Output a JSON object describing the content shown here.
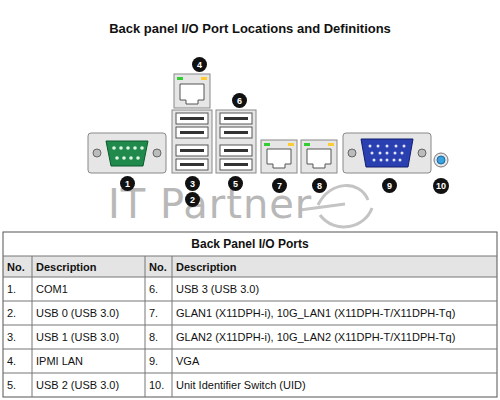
{
  "diagram": {
    "title": "Back panel I/O Port Locations and Definitions",
    "labels": [
      "4",
      "6",
      "1",
      "3",
      "2",
      "5",
      "7",
      "8",
      "9",
      "10",
      "IT Partner",
      "Back Panel I/O Ports",
      "No.",
      "Description",
      "No.",
      "Description",
      "1.",
      "COM1",
      "6.",
      "USB 3 (USB 3.0)",
      "2.",
      "USB 0 (USB 3.0)",
      "7.",
      "GLAN1 (X11DPH-i), 10G_LAN1 (X11DPH-T/X11DPH-Tq)",
      "3.",
      "USB 1 (USB 3.0)",
      "8.",
      "GLAN2 (X11DPH-i), 10G_LAN2 (X11DPH-T/X11DPH-Tq)",
      "4.",
      "IPMI LAN",
      "9.",
      "VGA",
      "5.",
      "USB 2 (USB 3.0)",
      "10.",
      "Unit Identifier Switch (UID)"
    ]
  }
}
